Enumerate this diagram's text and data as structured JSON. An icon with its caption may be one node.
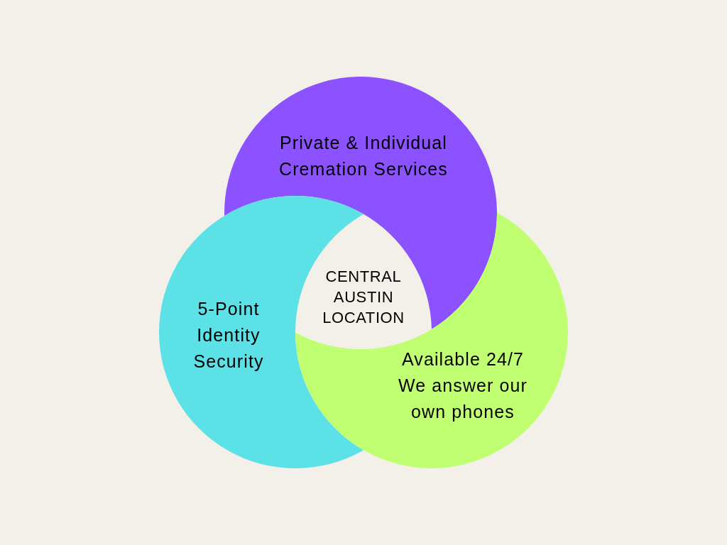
{
  "diagram": {
    "nodes": [
      {
        "text": [
          "Private & Individual Cremation Services"
        ]
      },
      {
        "text": [
          "5-Point Identity Security"
        ]
      },
      {
        "text": [
          "CENTRAL AUSTIN LOCATION"
        ]
      },
      {
        "text": [
          "Available 24/7",
          "We answer our own phones"
        ]
      }
    ]
  }
}
